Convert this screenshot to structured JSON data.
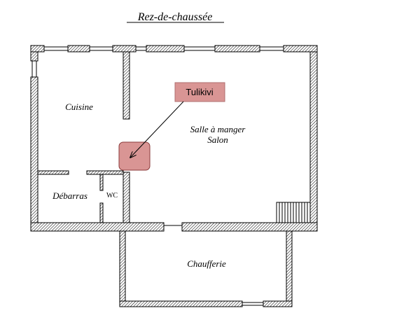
{
  "title": "Rez-de-chaussée",
  "rooms": {
    "cuisine": "Cuisine",
    "salle_line1": "Salle à manger",
    "salle_line2": "Salon",
    "debarras": "Débarras",
    "wc": "WC",
    "chaufferie": "Chaufferie"
  },
  "callout": {
    "label": "Tulikivi",
    "color": "#d99594",
    "border": "#9b3f3f"
  },
  "colors": {
    "wall_hatch": "#000000",
    "background": "#ffffff"
  }
}
